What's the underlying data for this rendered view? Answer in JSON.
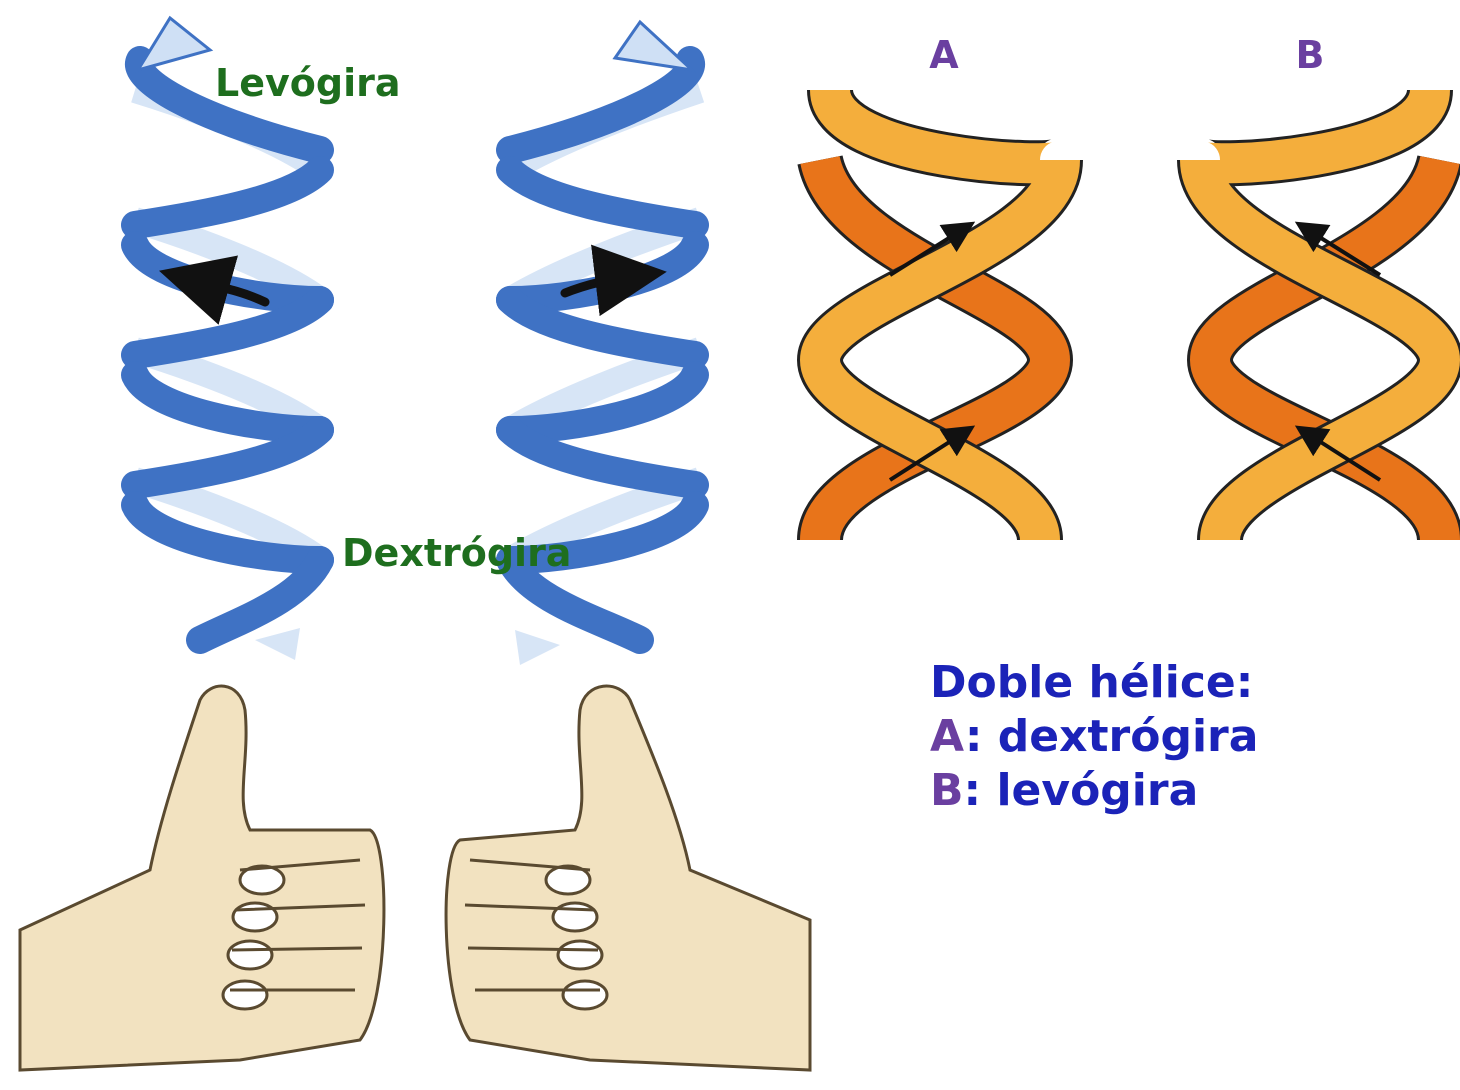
{
  "labels": {
    "levogira": "Levógira",
    "dextrogira": "Dextrógira",
    "helix_a": "A",
    "helix_b": "B"
  },
  "legend": {
    "title": "Doble hélice:",
    "item_a_letter": "A",
    "item_a_text": ": dextrógira",
    "item_b_letter": "B",
    "item_b_text": ": levógira"
  },
  "colors": {
    "single_helix_blue": "#3f72c4",
    "single_helix_light": "#d7e5f6",
    "double_helix_light": "#f4ae3c",
    "double_helix_dark": "#e8741a",
    "label_green": "#1e6e1e",
    "letter_purple": "#6a3fa0",
    "legend_blue": "#1b23b8",
    "hand_skin": "#f2e2c0"
  }
}
